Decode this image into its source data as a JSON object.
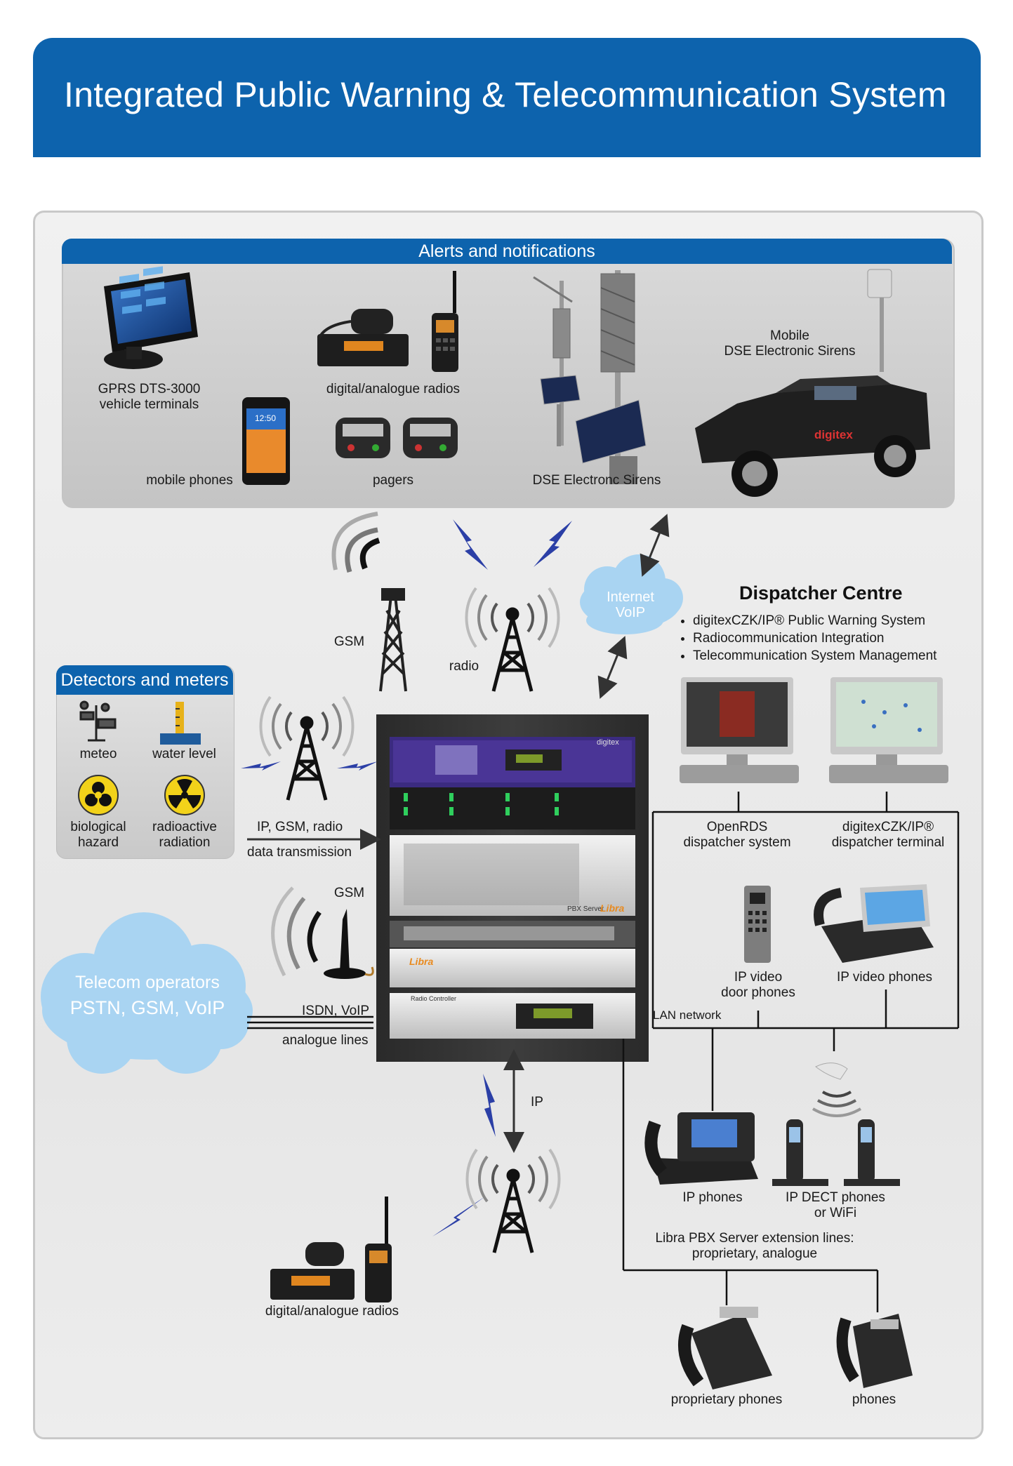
{
  "header": {
    "title": "Integrated Public Warning & Telecommunication System"
  },
  "alerts": {
    "title": "Alerts and notifications",
    "vehicle_terminals": [
      "GPRS DTS-3000",
      "vehicle terminals"
    ],
    "mobile_phones": "mobile phones",
    "radios": "digital/analogue radios",
    "pagers": "pagers",
    "sirens": "DSE Electronc Sirens",
    "mobile_sirens": [
      "Mobile",
      "DSE Electronic Sirens"
    ]
  },
  "links": {
    "gsm_top": "GSM",
    "radio": "radio",
    "internet_voip": [
      "Internet",
      "VoIP"
    ],
    "ip_gsm_radio": "IP, GSM, radio",
    "data_transmission": "data transmission",
    "gsm_mid": "GSM",
    "isdn_voip": "ISDN, VoIP",
    "analogue_lines": "analogue lines",
    "ip": "IP",
    "lan_network": "LAN network"
  },
  "detectors": {
    "title": "Detectors and meters",
    "meteo": "meteo",
    "water_level": "water level",
    "biological": [
      "biological",
      "hazard"
    ],
    "radioactive": [
      "radioactive",
      "radiation"
    ]
  },
  "telecom": {
    "line1": "Telecom operators",
    "line2": "PSTN, GSM, VoIP"
  },
  "dispatcher": {
    "title": "Dispatcher Centre",
    "bullets": [
      "digitexCZK/IP® Public Warning System",
      "Radiocommunication Integration",
      "Telecommunication System Management"
    ],
    "openrds": [
      "OpenRDS",
      "dispatcher system"
    ],
    "terminal": [
      "digitexCZK/IP®",
      "dispatcher terminal"
    ]
  },
  "endpoints": {
    "door_phones": [
      "IP video",
      "door phones"
    ],
    "video_phones": "IP video phones",
    "ip_phones": "IP phones",
    "dect": [
      "IP DECT phones",
      "or WiFi"
    ],
    "extension": [
      "Libra PBX Server extension lines:",
      "proprietary, analogue"
    ],
    "proprietary_phones": "proprietary phones",
    "phones": "phones",
    "bottom_radios": "digital/analogue radios"
  },
  "rack": {
    "brand1": "digitex",
    "brand2": "PBX Server",
    "brand3": "Libra",
    "brand4": "Libra",
    "brand5": "Radio Controller"
  },
  "colors": {
    "brand_blue": "#0d63ad",
    "cloud_blue": "#a9d4f2",
    "bolt": "#2b3fa6"
  }
}
